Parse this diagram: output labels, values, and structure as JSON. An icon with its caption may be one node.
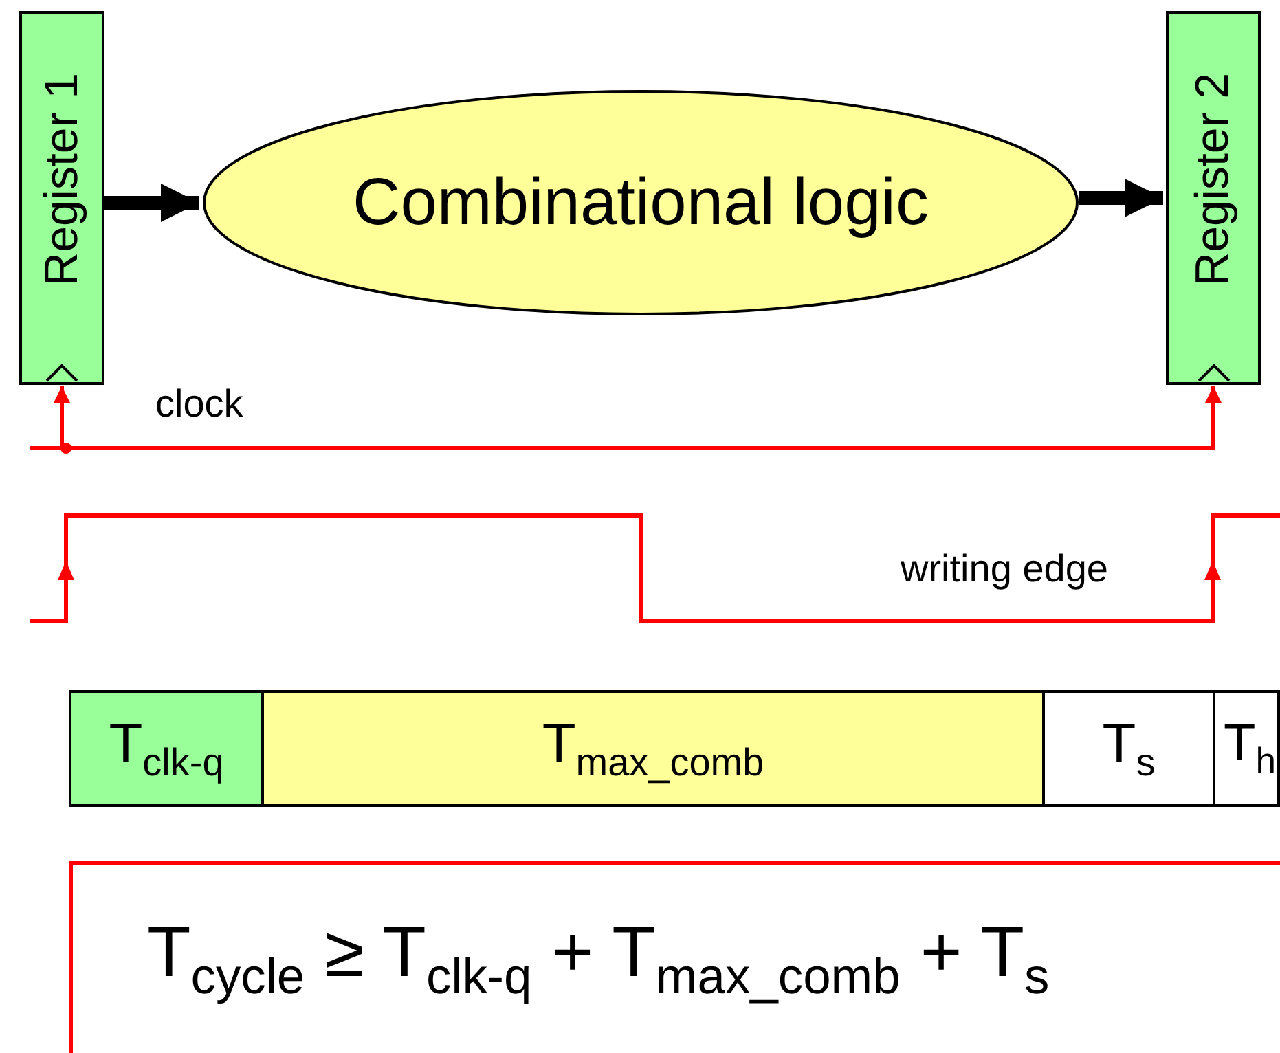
{
  "diagram": {
    "nodes": [
      {
        "text": [
          "Register 1"
        ]
      },
      {
        "text": [
          "Combinational logic"
        ]
      },
      {
        "text": [
          "Register 2"
        ]
      },
      {
        "text": [
          "T$_{clk-q}$"
        ]
      },
      {
        "text": [
          "T$_{max_comb}$"
        ]
      },
      {
        "text": [
          "T$_{s}$"
        ]
      },
      {
        "text": [
          "T$_{h}$"
        ]
      },
      {
        "text": [
          "T$_{cycle}$ ≥ T$_{clk-q}$ + T$_{max_comb}$ + T$_{s}$"
        ]
      }
    ],
    "edges": [
      {
        "from": 0,
        "to": 1,
        "arrow": "to",
        "style": "thick"
      },
      {
        "from": 1,
        "to": 2,
        "arrow": "to",
        "style": "thick"
      },
      {
        "from": null,
        "to": 0,
        "arrow": "to",
        "color": "#ff0000"
      },
      {
        "from": null,
        "to": 2,
        "arrow": "to",
        "color": "#ff0000"
      }
    ],
    "labels": [
      "clock",
      "writing edge"
    ]
  }
}
